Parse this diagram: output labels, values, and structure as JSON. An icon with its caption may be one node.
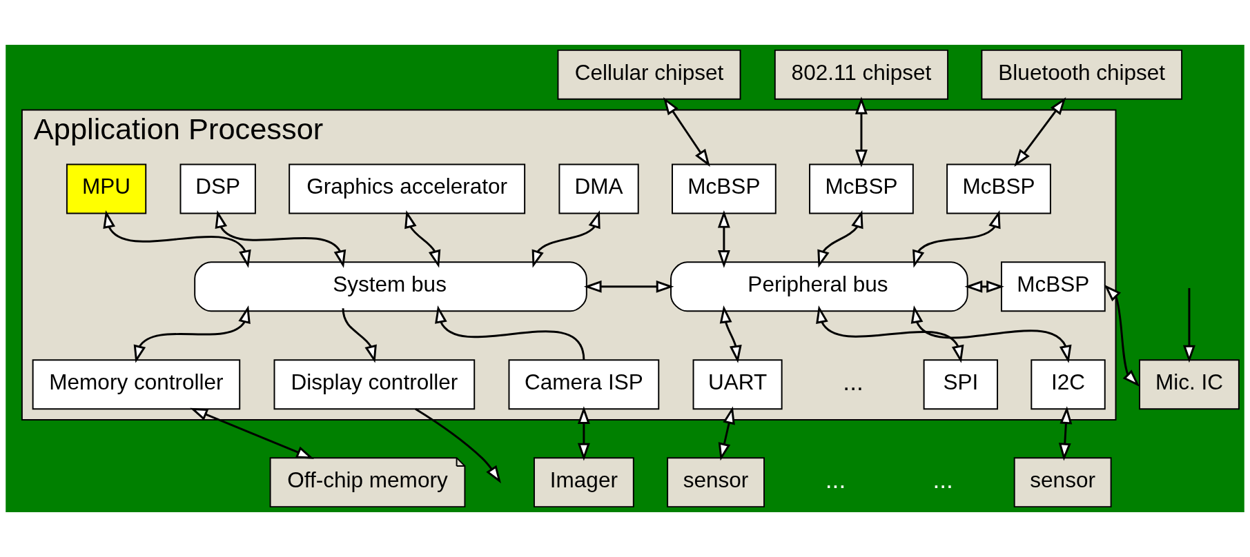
{
  "diagram": {
    "nodes": [
      {
        "text": [
          "Cellular chipset"
        ]
      },
      {
        "text": [
          "802.11 chipset"
        ]
      },
      {
        "text": [
          "Bluetooth chipset"
        ]
      },
      {
        "text": [
          "Application Processor"
        ]
      },
      {
        "text": [
          "MPU"
        ],
        "in": 3
      },
      {
        "text": [
          "DSP"
        ],
        "in": 3
      },
      {
        "text": [
          "Graphics accelerator"
        ],
        "in": 3
      },
      {
        "text": [
          "DMA"
        ],
        "in": 3
      },
      {
        "text": [
          "System bus"
        ],
        "in": 3
      },
      {
        "text": [
          "McBSP"
        ],
        "in": 3
      },
      {
        "text": [
          "McBSP"
        ],
        "in": 3
      },
      {
        "text": [
          "McBSP"
        ],
        "in": 3
      },
      {
        "text": [
          "Peripheral bus"
        ],
        "in": 3
      },
      {
        "text": [
          "McBSP"
        ],
        "in": 3
      },
      {
        "text": [
          "Memory controller"
        ],
        "in": 3
      },
      {
        "text": [
          "Display controller"
        ],
        "in": 3
      },
      {
        "text": [
          "Camera ISP"
        ],
        "in": 3
      },
      {
        "text": [
          "UART"
        ],
        "in": 3
      },
      {
        "text": [
          "SPI"
        ],
        "in": 3
      },
      {
        "text": [
          "I2C"
        ],
        "in": 3
      },
      {
        "text": [
          "Mic. IC"
        ]
      },
      {
        "text": [
          "Off-chip memory"
        ]
      },
      {
        "text": [
          "Imager"
        ]
      },
      {
        "text": [
          "sensor"
        ]
      },
      {
        "text": [
          "sensor"
        ]
      }
    ],
    "edges": [
      {
        "from": 0,
        "to": 9,
        "arrow": "both"
      },
      {
        "from": 1,
        "to": 10,
        "arrow": "both"
      },
      {
        "from": 2,
        "to": 11,
        "arrow": "both"
      },
      {
        "from": 4,
        "to": 8,
        "arrow": "both"
      },
      {
        "from": 5,
        "to": 8,
        "arrow": "both"
      },
      {
        "from": 6,
        "to": 8,
        "arrow": "both"
      },
      {
        "from": 7,
        "to": 8,
        "arrow": "both"
      },
      {
        "from": 8,
        "to": 12,
        "arrow": "both"
      },
      {
        "from": 9,
        "to": 12,
        "arrow": "both"
      },
      {
        "from": 10,
        "to": 12,
        "arrow": "both"
      },
      {
        "from": 11,
        "to": 12,
        "arrow": "both"
      },
      {
        "from": 12,
        "to": 13,
        "arrow": "both"
      },
      {
        "from": 13,
        "to": 20,
        "arrow": "both"
      },
      {
        "from": null,
        "to": 20,
        "arrow": "to"
      },
      {
        "from": 8,
        "to": 14,
        "arrow": "both"
      },
      {
        "from": 8,
        "to": 15,
        "arrow": "to"
      },
      {
        "from": 16,
        "to": 8,
        "arrow": "to"
      },
      {
        "from": 12,
        "to": 17,
        "arrow": "both"
      },
      {
        "from": 12,
        "to": 18,
        "arrow": "both"
      },
      {
        "from": 12,
        "to": 19,
        "arrow": "both"
      },
      {
        "from": 14,
        "to": 21,
        "arrow": "both"
      },
      {
        "from": 15,
        "to": null,
        "arrow": "to"
      },
      {
        "from": 16,
        "to": 22,
        "arrow": "both"
      },
      {
        "from": 17,
        "to": 23,
        "arrow": "both"
      },
      {
        "from": 19,
        "to": 24,
        "arrow": "both"
      }
    ],
    "labels": [
      "...",
      "...",
      "..."
    ]
  }
}
